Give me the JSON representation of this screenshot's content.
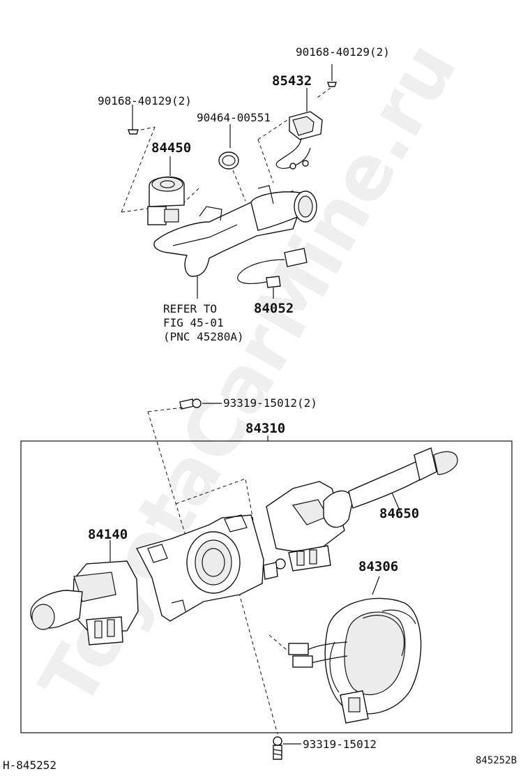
{
  "watermark": "ToyotaCarMine.ru",
  "callouts": {
    "screw_top_right": "90168-40129(2)",
    "sensor_85432": "85432",
    "screw_top_left": "90168-40129(2)",
    "clamp_90464": "90464-00551",
    "switch_84450": "84450",
    "wire_84052": "84052",
    "refer_line1": "REFER TO",
    "refer_line2": "FIG 45-01",
    "refer_line3": "(PNC 45280A)",
    "screw_mid": "93319-15012(2)",
    "assembly_84310": "84310",
    "switch_84650": "84650",
    "switch_84140": "84140",
    "spiral_84306": "84306",
    "screw_bottom": "93319-15012"
  },
  "footer": {
    "left_code": "H-845252",
    "right_code": "845252B"
  }
}
